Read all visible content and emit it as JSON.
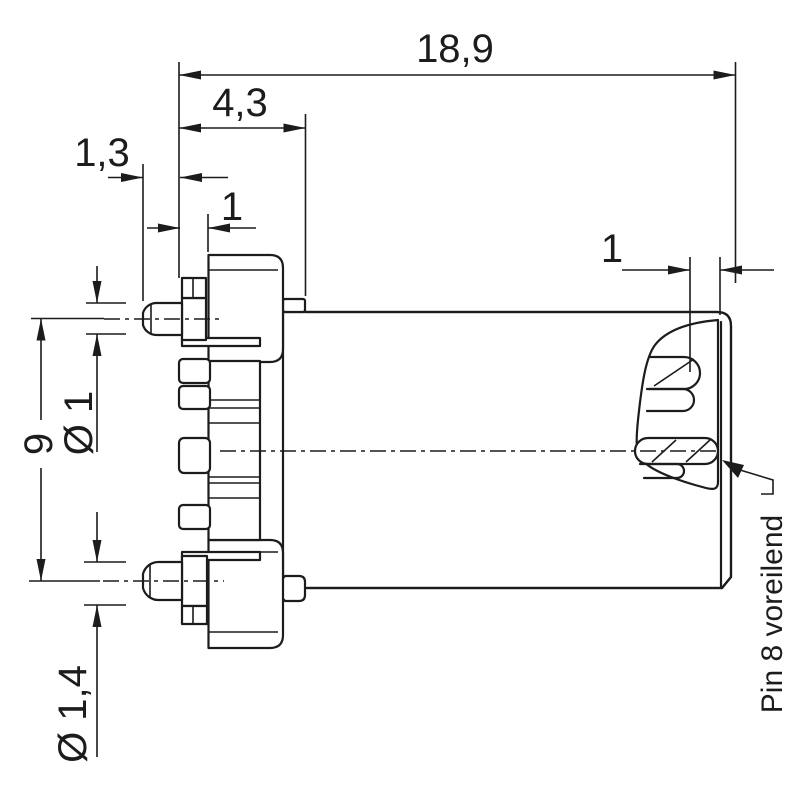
{
  "drawing": {
    "type": "technical-dimension-drawing",
    "component": "8-pin circular connector, side view",
    "units": "mm (decimal comma)",
    "line_color": "#1c1c1c",
    "background": "#ffffff"
  },
  "labels": {
    "total_length": "18,9",
    "front_section_length": "4,3",
    "pin_tip_protrusion": "1,3",
    "stub_length": "1",
    "pin8_lead": "1",
    "pin_pitch": "9",
    "pin_dia_small": "Ø 1",
    "pin_dia_large": "Ø 1,4",
    "pin8_note": "Pin 8 voreilend"
  }
}
